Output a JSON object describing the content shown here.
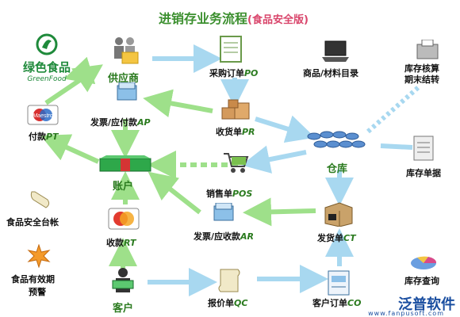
{
  "title": "进销存业务流程",
  "subtitle": "(食品安全版)",
  "green_food": {
    "cn": "绿色食品",
    "en": "GreenFood"
  },
  "nodes": {
    "supplier": "供应商",
    "po": {
      "text": "采购订单",
      "abbr": "PO"
    },
    "product_catalog": "商品/材料目录",
    "inventory_check": {
      "line1": "库存核算",
      "line2": "期末结转"
    },
    "invoice_ap": {
      "text": "发票/应付款",
      "abbr": "AP"
    },
    "pr": {
      "text": "收货单",
      "abbr": "PR"
    },
    "payment": {
      "text": "付款",
      "abbr": "PT"
    },
    "warehouse": "仓库",
    "stock_doc": "库存单据",
    "account": "账户",
    "pos": {
      "text": "销售单",
      "abbr": "POS"
    },
    "food_ledger": "食品安全台帐",
    "receipt": {
      "text": "收款",
      "abbr": "RT"
    },
    "invoice_ar": {
      "text": "发票/应收款",
      "abbr": "AR"
    },
    "ct": {
      "text": "发货单",
      "abbr": "CT"
    },
    "expiry_warn": {
      "line1": "食品有效期",
      "line2": "预警"
    },
    "stock_query": "库存查询",
    "customer": "客户",
    "qc": {
      "text": "报价单",
      "abbr": "QC"
    },
    "co": {
      "text": "客户订单",
      "abbr": "CO"
    }
  },
  "brand": {
    "name": "泛普软件",
    "url": "www.fanpusoft.com"
  },
  "colors": {
    "arrow_green": "#9ee08a",
    "arrow_blue": "#a8d8f0",
    "accent_green": "#2a7a1e"
  }
}
